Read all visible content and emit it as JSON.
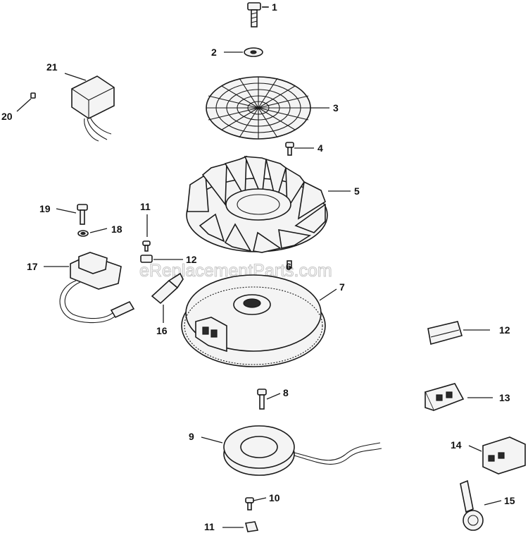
{
  "watermark": "eReplacementParts.com",
  "callouts": [
    "1",
    "2",
    "3",
    "4",
    "5",
    "6",
    "7",
    "8",
    "9",
    "10",
    "11",
    "11",
    "12",
    "12",
    "13",
    "14",
    "15",
    "16",
    "17",
    "18",
    "19",
    "20",
    "21"
  ],
  "colors": {
    "line": "#1a1a1a",
    "fill": "#f4f4f4",
    "watermark": "#c9c9c9"
  }
}
